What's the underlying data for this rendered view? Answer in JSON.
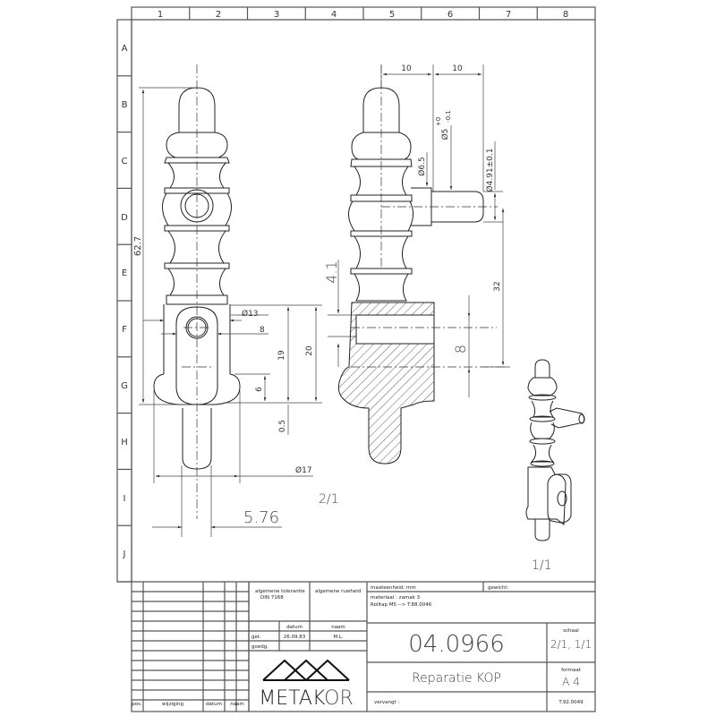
{
  "grid": {
    "columns": [
      "1",
      "2",
      "3",
      "4",
      "5",
      "6",
      "7",
      "8"
    ],
    "rows": [
      "A",
      "B",
      "C",
      "D",
      "E",
      "F",
      "G",
      "H",
      "I",
      "J"
    ]
  },
  "views": {
    "front": {
      "scale_label": "2/1",
      "dimensions": {
        "overall_height": "62.7",
        "hole_dia": "Ø13",
        "slot_width": "8",
        "height_19": "19",
        "height_20": "20",
        "height_6": "6",
        "gap_05": "0.5",
        "flange_dia": "Ø17",
        "pin_dia": "5.76"
      }
    },
    "section": {
      "dimensions": {
        "offset_left": "10",
        "offset_right": "10",
        "dia_65": "Ø6.5",
        "dia_5": "Ø5",
        "dia_5_tol_upper": "+0",
        "dia_5_tol_lower": "-0.1",
        "dia_491": "Ø4.91±0.1",
        "depth_41": "4.1",
        "bore_8": "8",
        "dist_32": "32"
      }
    },
    "iso": {
      "scale_label": "1/1"
    }
  },
  "title_block": {
    "revision_headers": {
      "pos": "pos.",
      "change": "wijziging",
      "date": "datum",
      "name": "naam"
    },
    "general_tolerance_label": "algemene tolerantie",
    "general_tolerance_value": "DIN 7168",
    "general_roughness_label": "algemene ruwheid",
    "unit_label": "maateenheid: mm",
    "weight_label": "gewicht:",
    "material_line": "materiaal : zamak 3",
    "thread_line": "Rolltap M5 --> T.88.0046",
    "date_header": "datum",
    "name_header": "naam",
    "drawn_label": "get.",
    "drawn_date": "26.09.83",
    "drawn_name": "M.L.",
    "approved_label": "goedg.",
    "company": "METAKOR",
    "company_main": "METAK",
    "company_accent": "OR",
    "drawing_number": "04.0966",
    "title": "Reparatie KOP",
    "replaces_label": "vervangt :",
    "scale_label": "schaal",
    "scale_value": "2/1, 1/1",
    "format_label": "formaat",
    "format_value": "A 4",
    "doc_code": "T.92.0049"
  }
}
